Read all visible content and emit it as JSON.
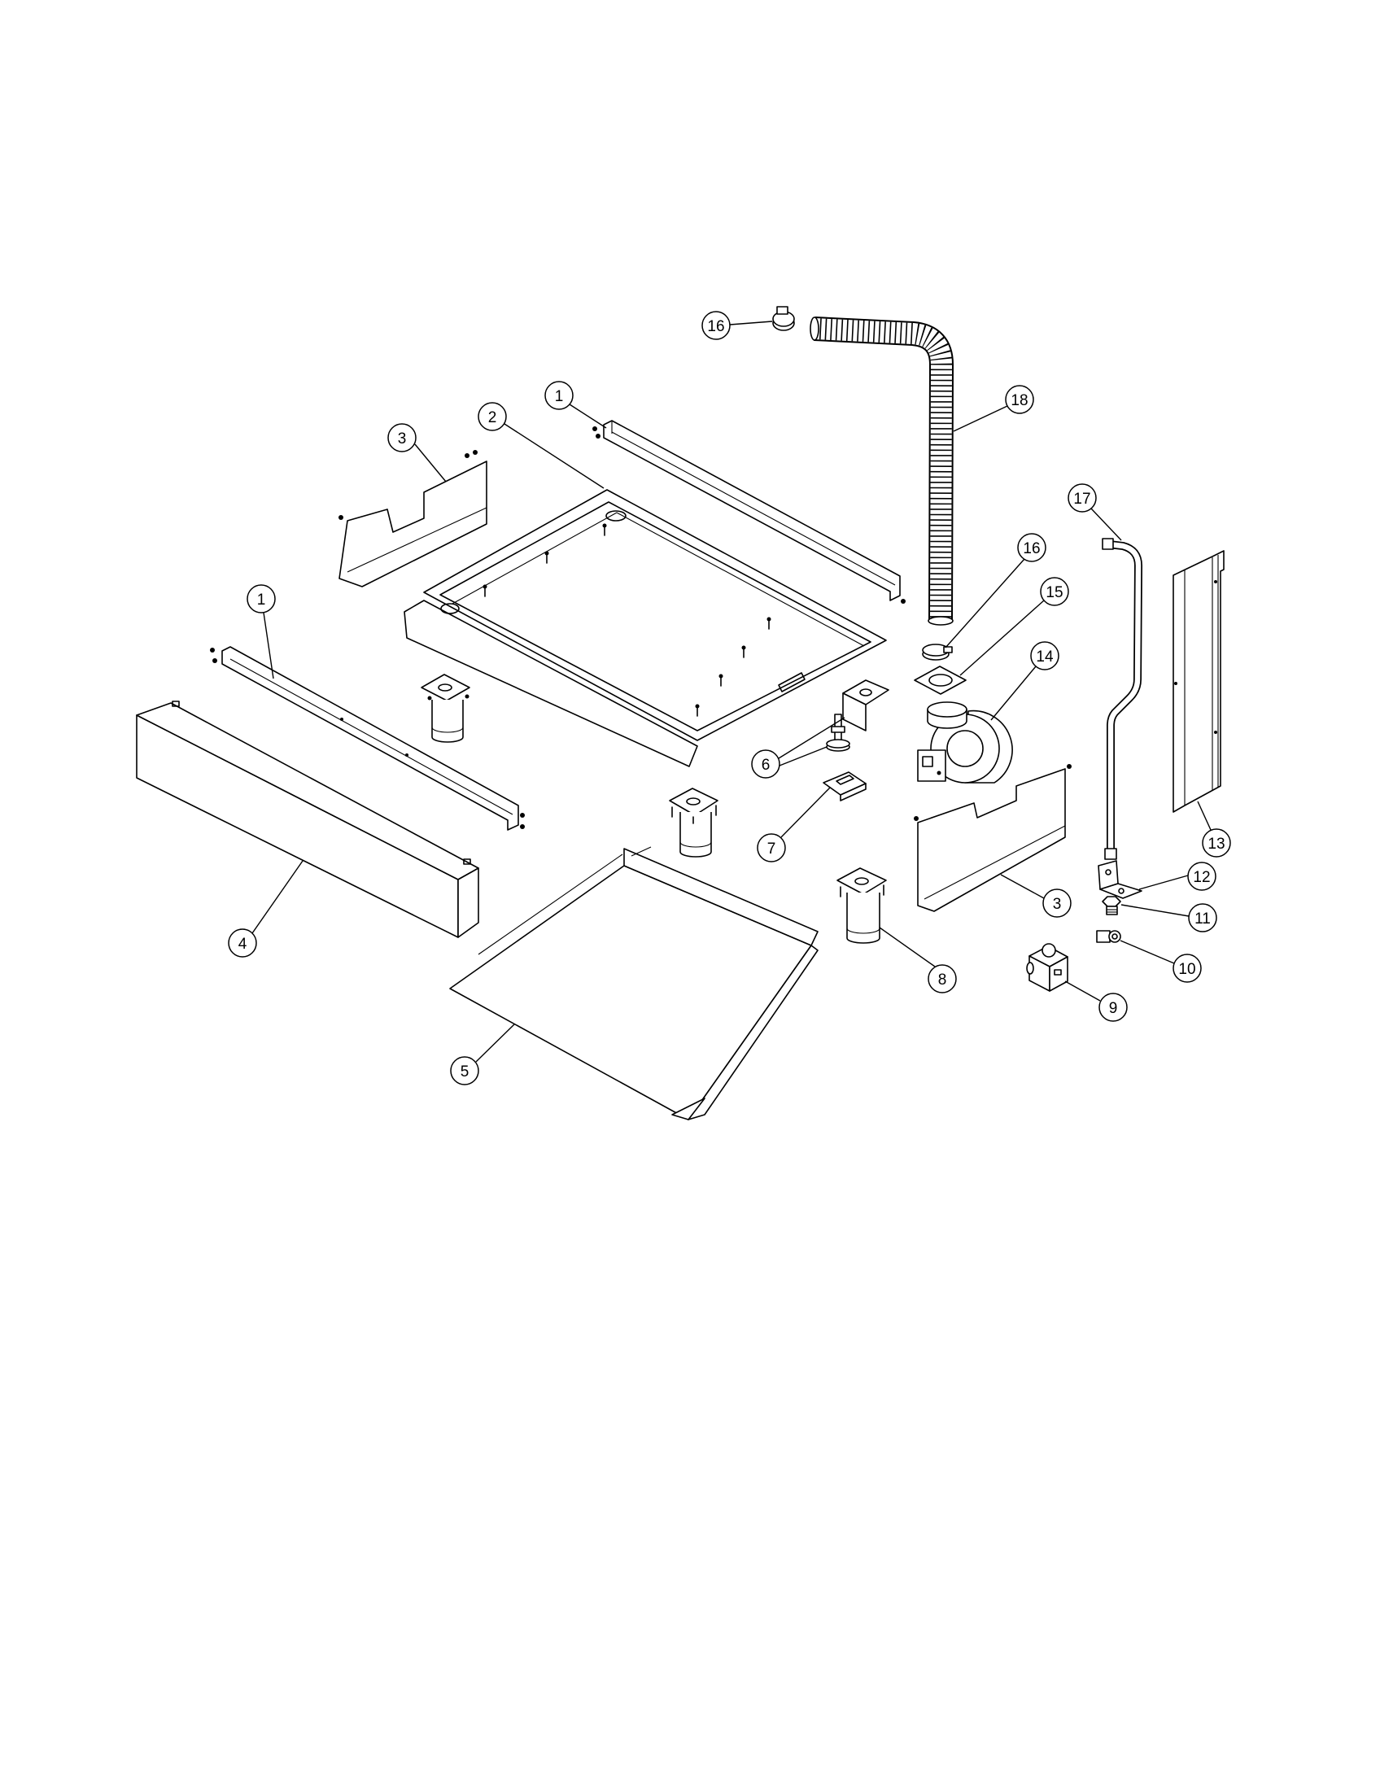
{
  "callouts": [
    "16",
    "18",
    "1",
    "2",
    "3",
    "17",
    "16",
    "15",
    "14",
    "1",
    "6",
    "13",
    "7",
    "12",
    "3",
    "11",
    "4",
    "10",
    "8",
    "9",
    "5"
  ],
  "colors": {
    "line": "#000000",
    "background": "#ffffff"
  }
}
